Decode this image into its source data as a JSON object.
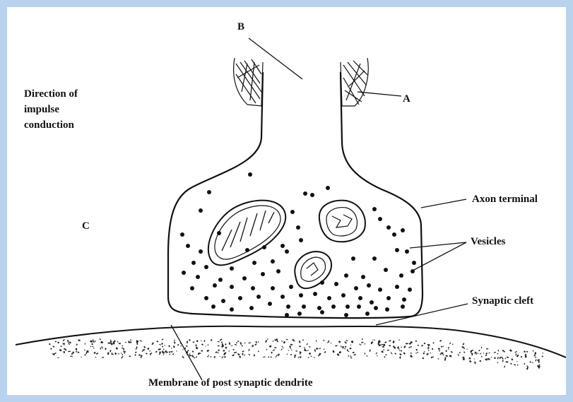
{
  "labels": {
    "b": "B",
    "a": "A",
    "c": "C",
    "direction": "Direction of\nimpulse\nconduction",
    "axon_terminal": "Axon terminal",
    "vesicles": "Vesicles",
    "synaptic_cleft": "Synaptic cleft",
    "membrane": "Membrane of post synaptic dendrite"
  },
  "colors": {
    "background": "#ffffff",
    "frame": "#b9d3ee",
    "ink": "#111111"
  }
}
